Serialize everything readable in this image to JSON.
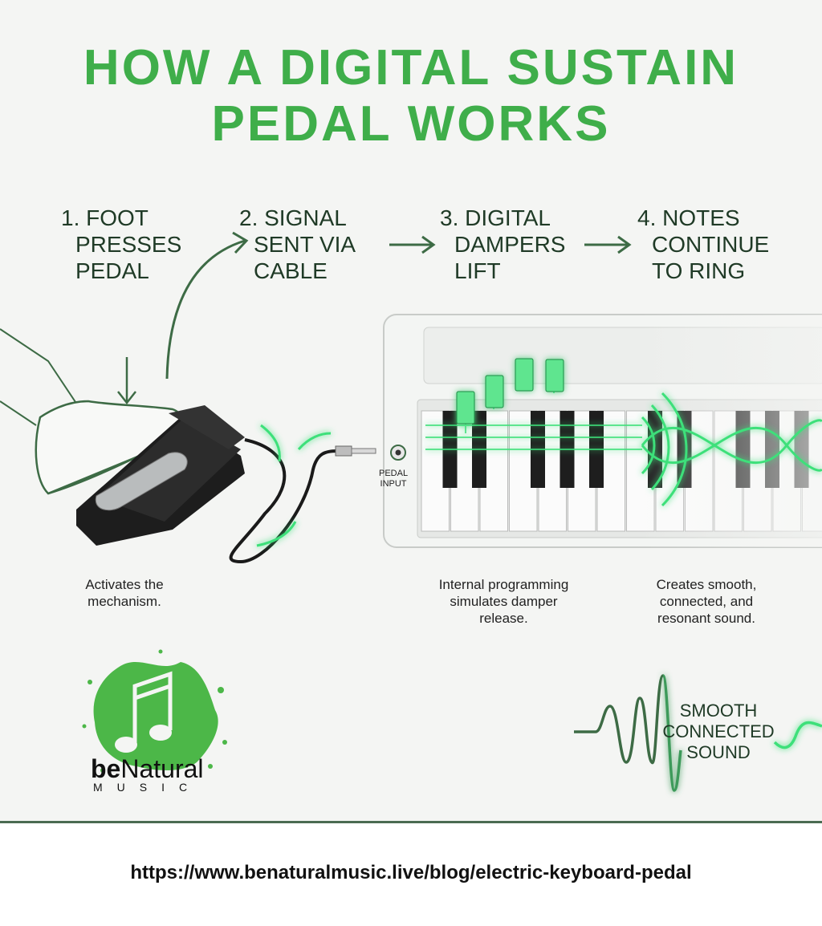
{
  "title": {
    "line1": "HOW A DIGITAL SUSTAIN",
    "line2": "PEDAL WORKS"
  },
  "steps": [
    {
      "line1": "1. FOOT",
      "line2": "PRESSES",
      "line3": "PEDAL"
    },
    {
      "line1": "2. SIGNAL",
      "line2": "SENT VIA",
      "line3": "CABLE"
    },
    {
      "line1": "3. DIGITAL",
      "line2": "DAMPERS",
      "line3": "LIFT"
    },
    {
      "line1": "4. NOTES",
      "line2": "CONTINUE",
      "line3": "TO RING"
    }
  ],
  "captions": {
    "step1": {
      "line1": "Activates the",
      "line2": "mechanism."
    },
    "step3": {
      "line1": "Internal programming",
      "line2": "simulates damper",
      "line3": "release."
    },
    "step4": {
      "line1": "Creates smooth,",
      "line2": "connected, and",
      "line3": "resonant sound."
    }
  },
  "keyboard": {
    "input_label1": "PEDAL",
    "input_label2": "INPUT"
  },
  "wave_label": {
    "line1": "SMOOTH",
    "line2": "CONNECTED",
    "line3": "SOUND"
  },
  "logo": {
    "brand_bold": "be",
    "brand_rest": "Natural",
    "sub": "MUSIC"
  },
  "url": "https://www.benaturalmusic.live/blog/electric-keyboard-pedal",
  "colors": {
    "title_green": "#3fae4a",
    "text_dark": "#1f3a26",
    "glow_green": "#3ee07a",
    "divider": "#4b6b52"
  }
}
